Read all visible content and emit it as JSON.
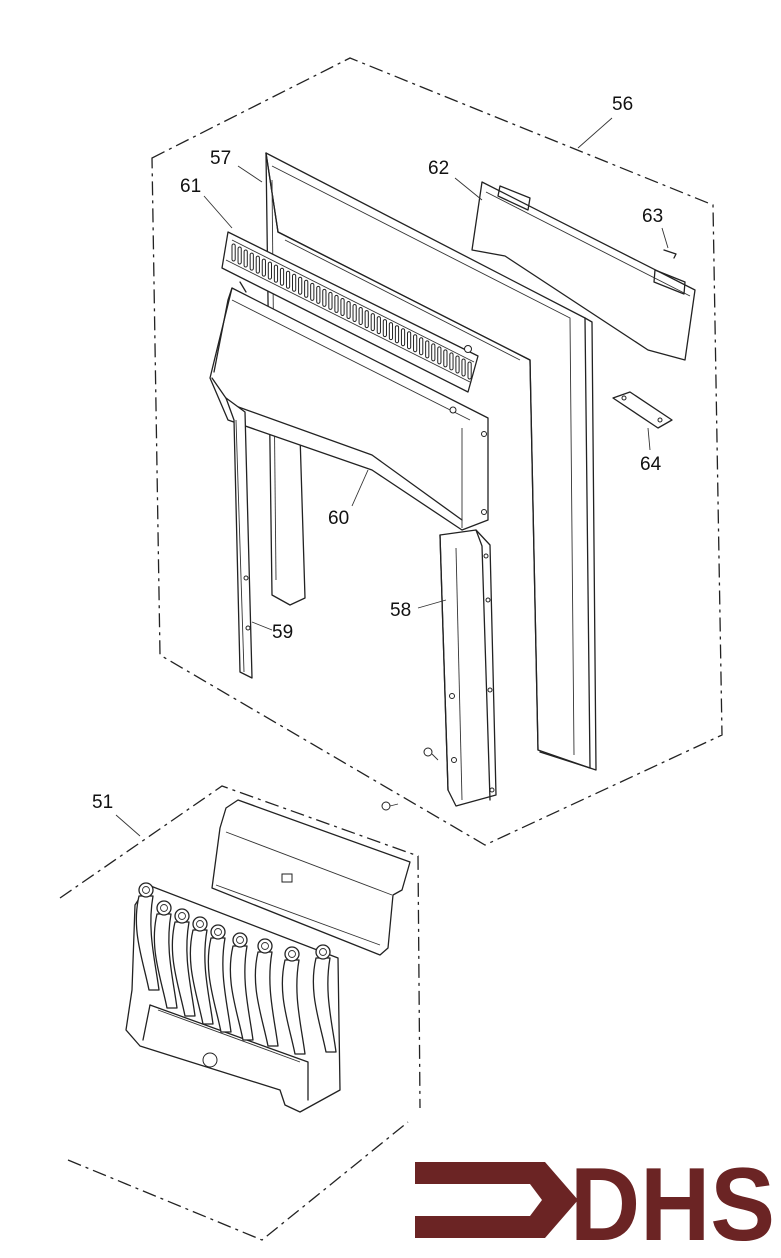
{
  "diagram": {
    "labels": {
      "p51": "51",
      "p56": "56",
      "p57": "57",
      "p58": "58",
      "p59": "59",
      "p60": "60",
      "p61": "61",
      "p62": "62",
      "p63": "63",
      "p64": "64"
    },
    "logo": {
      "text": "DHS",
      "color": "#6b2424"
    }
  }
}
